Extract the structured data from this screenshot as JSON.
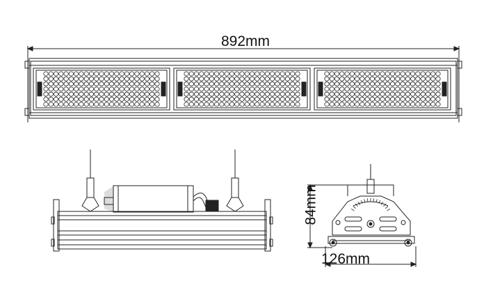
{
  "dimensions": {
    "length_label": "892mm",
    "height_label": "84mm",
    "depth_label": "126mm"
  },
  "colors": {
    "line": "#222222",
    "shade": "#dcdcdc"
  }
}
